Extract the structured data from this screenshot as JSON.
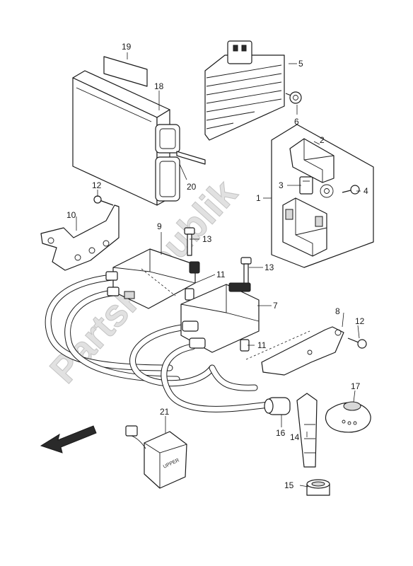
{
  "watermark": "PartsRepublik",
  "parts": [
    {
      "id": "p1",
      "label": "1"
    },
    {
      "id": "p2",
      "label": "2"
    },
    {
      "id": "p3",
      "label": "3"
    },
    {
      "id": "p4",
      "label": "4"
    },
    {
      "id": "p5",
      "label": "5"
    },
    {
      "id": "p6",
      "label": "6"
    },
    {
      "id": "p7",
      "label": "7"
    },
    {
      "id": "p8",
      "label": "8"
    },
    {
      "id": "p9",
      "label": "9"
    },
    {
      "id": "p10",
      "label": "10"
    },
    {
      "id": "p11a",
      "label": "11"
    },
    {
      "id": "p11b",
      "label": "11"
    },
    {
      "id": "p12a",
      "label": "12"
    },
    {
      "id": "p12b",
      "label": "12"
    },
    {
      "id": "p13a",
      "label": "13"
    },
    {
      "id": "p13b",
      "label": "13"
    },
    {
      "id": "p14",
      "label": "14"
    },
    {
      "id": "p15",
      "label": "15"
    },
    {
      "id": "p16",
      "label": "16"
    },
    {
      "id": "p17",
      "label": "17"
    },
    {
      "id": "p18",
      "label": "18"
    },
    {
      "id": "p19",
      "label": "19"
    },
    {
      "id": "p20",
      "label": "20"
    },
    {
      "id": "p21",
      "label": "21"
    }
  ],
  "relay_marking": "UPPER",
  "icons": {
    "direction_arrow": "arrow-left-down-icon"
  }
}
